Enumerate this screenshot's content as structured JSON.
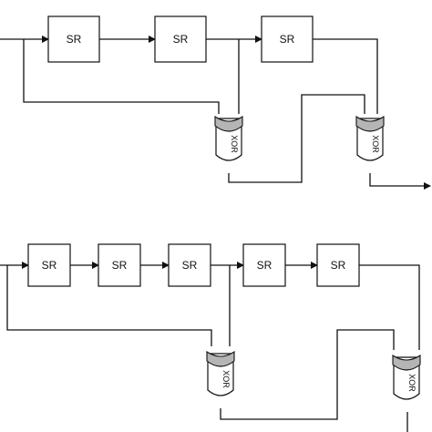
{
  "diagram_top": {
    "sr_labels": [
      "SR",
      "SR",
      "SR"
    ],
    "xor_labels": [
      "XOR",
      "XOR"
    ]
  },
  "diagram_bottom": {
    "sr_labels": [
      "SR",
      "SR",
      "SR",
      "SR",
      "SR"
    ],
    "xor_labels": [
      "XOR",
      "XOR"
    ]
  },
  "colors": {
    "line": "#111111",
    "gate_back": "#b5b5b5",
    "background": "#ffffff"
  }
}
